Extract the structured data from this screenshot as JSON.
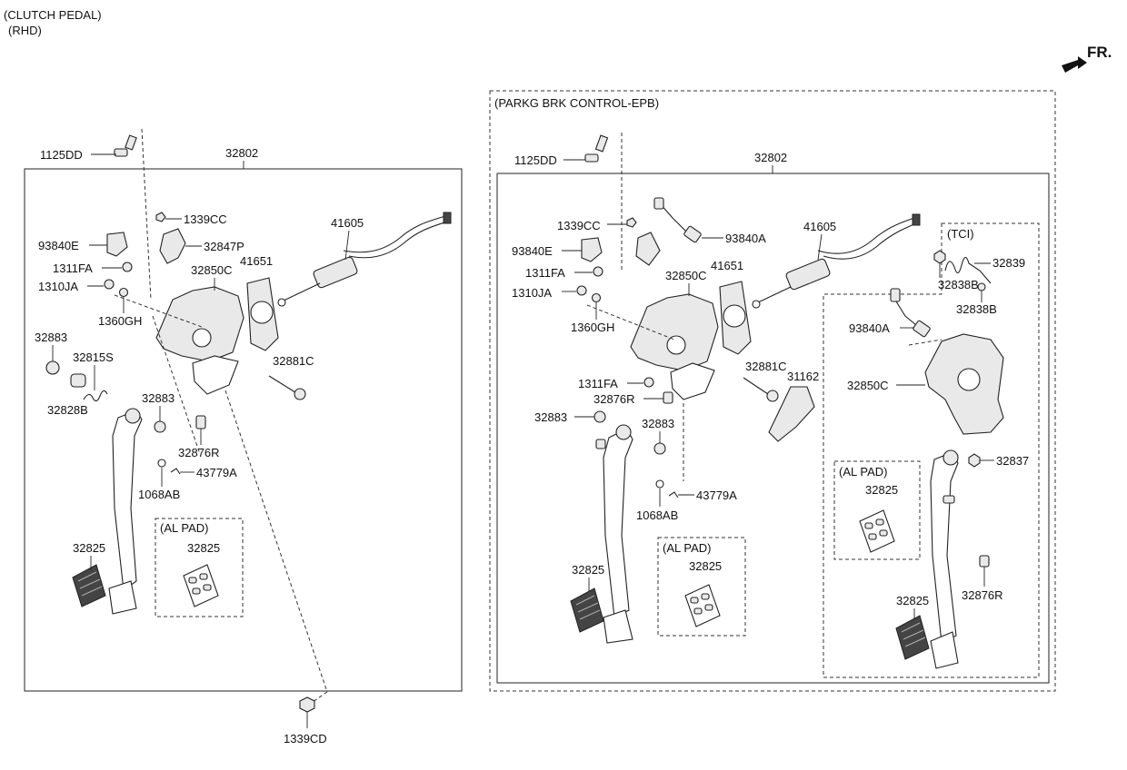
{
  "header": {
    "line1": "(CLUTCH PEDAL)",
    "line2": "(RHD)"
  },
  "direction": {
    "label": "FR.",
    "icon": "front-direction-arrow-icon"
  },
  "left_assembly": {
    "assembly_label": "32802",
    "labels": {
      "p1125DD": "1125DD",
      "p1339CC": "1339CC",
      "p32847P": "32847P",
      "p93840E": "93840E",
      "p1311FA": "1311FA",
      "p1310JA": "1310JA",
      "p32850C": "32850C",
      "p41651": "41651",
      "p41605": "41605",
      "p1360GH": "1360GH",
      "p32883a": "32883",
      "p32815S": "32815S",
      "p32828B": "32828B",
      "p32883b": "32883",
      "p32881C": "32881C",
      "p32876R": "32876R",
      "p43779A": "43779A",
      "p1068AB": "1068AB",
      "p32825": "32825",
      "al_pad_title": "(AL PAD)",
      "al_pad_part": "32825",
      "p1339CD": "1339CD"
    }
  },
  "right_assembly": {
    "title": "(PARKG BRK CONTROL-EPB)",
    "assembly_label": "32802",
    "labels": {
      "p1125DD": "1125DD",
      "p1339CC": "1339CC",
      "p93840A": "93840A",
      "p93840E": "93840E",
      "p41605": "41605",
      "p1311FA": "1311FA",
      "p32850C": "32850C",
      "p41651": "41651",
      "p1310JA": "1310JA",
      "p1360GH": "1360GH",
      "p1311FA2": "1311FA",
      "p32881C": "32881C",
      "p31162": "31162",
      "p32876R": "32876R",
      "p32883a": "32883",
      "p32883b": "32883",
      "p43779A": "43779A",
      "p1068AB": "1068AB",
      "al_pad_title": "(AL PAD)",
      "al_pad_part": "32825",
      "p32825": "32825"
    },
    "tci": {
      "title": "(TCI)",
      "labels": {
        "p32838B_a": "32838B",
        "p32839": "32839",
        "p32838B_b": "32838B",
        "p93840A": "93840A",
        "p32850C": "32850C",
        "p32837": "32837",
        "al_pad_title": "(AL PAD)",
        "al_pad_part": "32825",
        "p32876R": "32876R",
        "p32825": "32825"
      }
    }
  }
}
